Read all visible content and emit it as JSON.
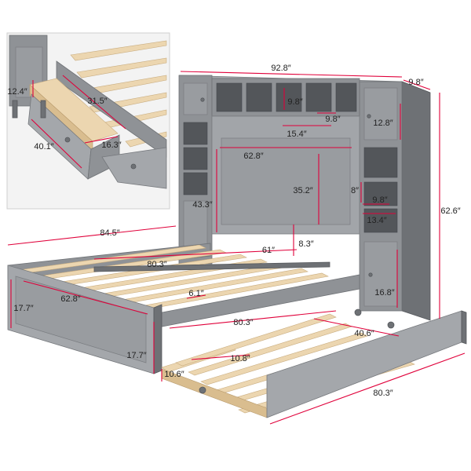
{
  "dimensions": {
    "hutch_width": "92.8″",
    "hutch_depth": "9.8″",
    "shelf_height": "9.8″",
    "shelf_width": "9.8″",
    "top_shelf_width": "15.4″",
    "cabinet_height": "12.8″",
    "headboard_width": "62.8″",
    "headboard_height": "35.2″",
    "overall_height": "62.6″",
    "side_shelf_height": "8″",
    "side_shelf_depth": "9.8″",
    "side_shelf_width": "13.4″",
    "headboard_to_floor": "43.3″",
    "rail_clearance": "8.3″",
    "bed_length": "84.5″",
    "inner_length": "80.3″",
    "bed_inner_width": "61″",
    "footboard_width": "62.8″",
    "footboard_height": "17.7″",
    "bed_height": "17.7″",
    "slat_gap": "6.1″",
    "lower_cabinet_height": "16.8″",
    "trundle_length_top": "80.3″",
    "trundle_width": "40.6″",
    "trundle_slat_gap": "10.8″",
    "trundle_height": "10.6″",
    "trundle_length_bottom": "80.3″",
    "drawer_height": "12.4″",
    "drawer_length": "31.5″",
    "drawer_depth": "40.1″",
    "drawer_width": "16.3″"
  },
  "colors": {
    "frame": "#8f9296",
    "wood": "#ecd6b0",
    "dimension_line": "#e0003a"
  }
}
